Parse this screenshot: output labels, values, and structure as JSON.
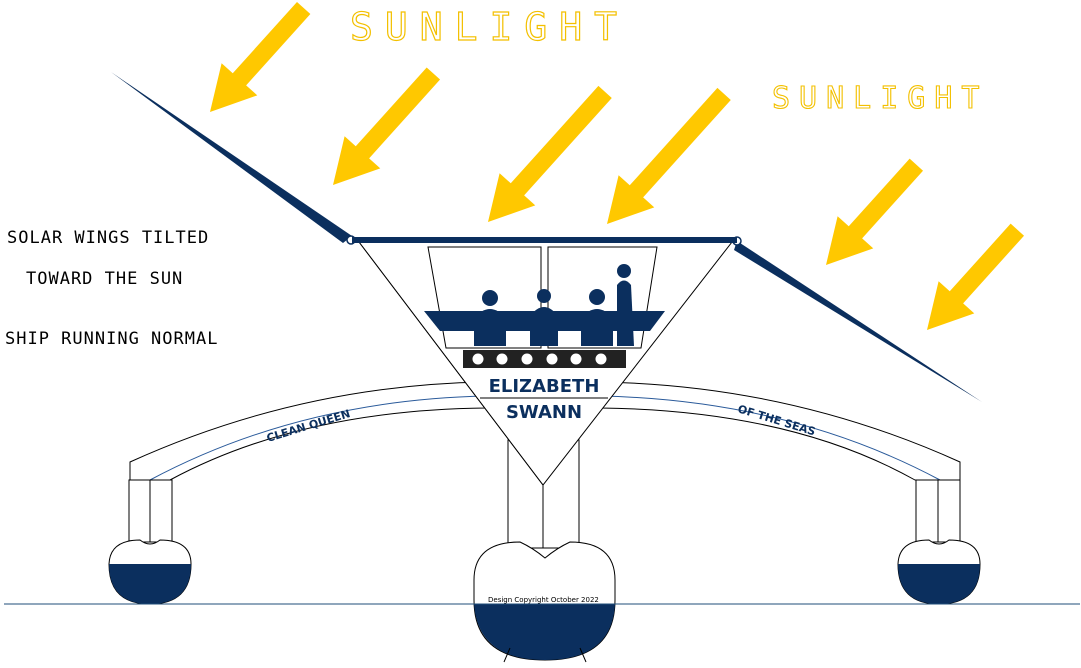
{
  "sunlight": {
    "label_left": "SUNLIGHT",
    "label_right": "SUNLIGHT"
  },
  "notes": {
    "line1": "SOLAR WINGS TILTED",
    "line2": "TOWARD THE SUN",
    "line3": "SHIP RUNNING NORMAL"
  },
  "ship": {
    "name_line1": "ELIZABETH",
    "name_line2": "SWANN",
    "boom_left_text": "CLEAN QUEEN",
    "boom_right_text": "OF THE SEAS",
    "copyright": "Design Copyright October 2022"
  },
  "colors": {
    "navy": "#0b2f5e",
    "sun_yellow": "#ffc800",
    "sun_text": "#f3c000",
    "water_line": "#1f4e79",
    "boom_inner": "#2a5a9a"
  }
}
